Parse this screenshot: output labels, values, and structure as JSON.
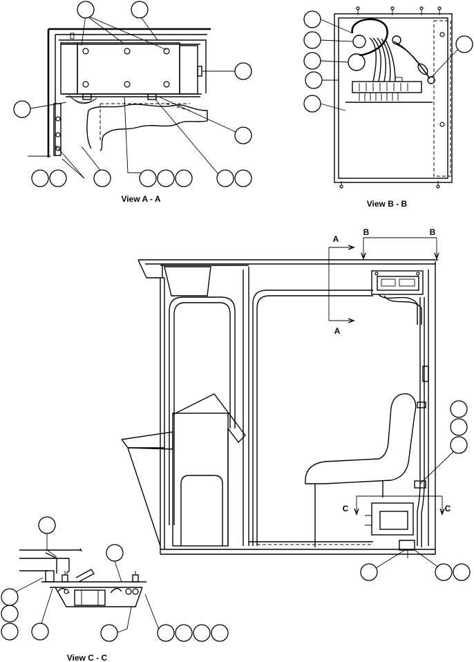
{
  "views": {
    "view_a": {
      "caption": "View A - A"
    },
    "view_b": {
      "caption": "View B - B"
    },
    "view_c": {
      "caption": "View C - C"
    }
  },
  "section_marks": {
    "a_top": "A",
    "a_bottom": "A",
    "b_left": "B",
    "b_right": "B",
    "c_left": "C",
    "c_right": "C"
  }
}
